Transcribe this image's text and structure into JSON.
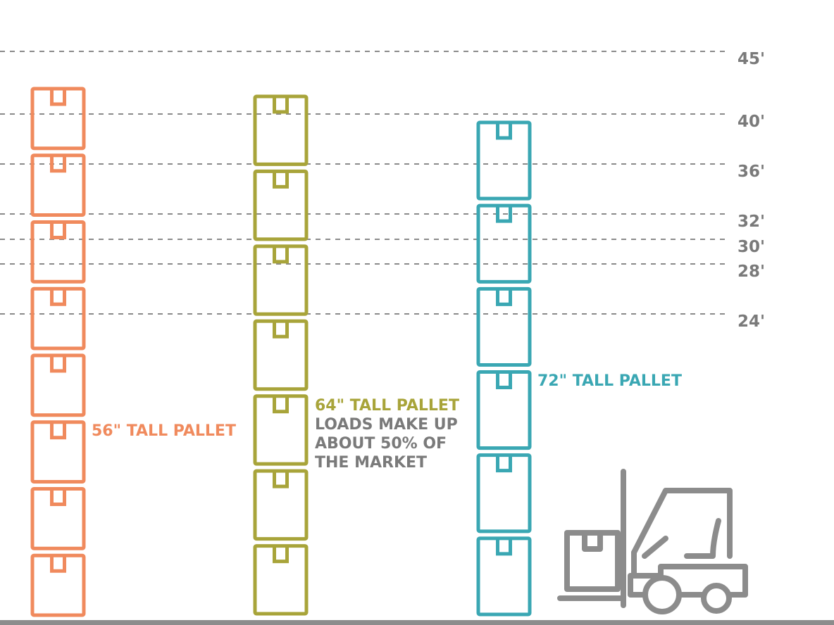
{
  "colors": {
    "orange": "#f08a5d",
    "olive": "#a8a43a",
    "teal": "#3aa7b3",
    "gray": "#7a7a7a",
    "dash": "#8a8a8a",
    "floor": "#8c8c8c"
  },
  "height_marks": [
    "45'",
    "40'",
    "36'",
    "32'",
    "30'",
    "28'",
    "24'"
  ],
  "stacks": [
    {
      "label": "56\" TALL PALLET",
      "color": "orange",
      "boxes": 8
    },
    {
      "label": "64\" TALL PALLET",
      "color": "olive",
      "boxes": 7,
      "note": [
        "LOADS MAKE UP",
        "ABOUT 50% OF",
        "THE MARKET"
      ]
    },
    {
      "label": "72\" TALL PALLET",
      "color": "teal",
      "boxes": 6
    }
  ],
  "icons": {
    "forklift": "forklift-icon",
    "box": "box-icon"
  }
}
